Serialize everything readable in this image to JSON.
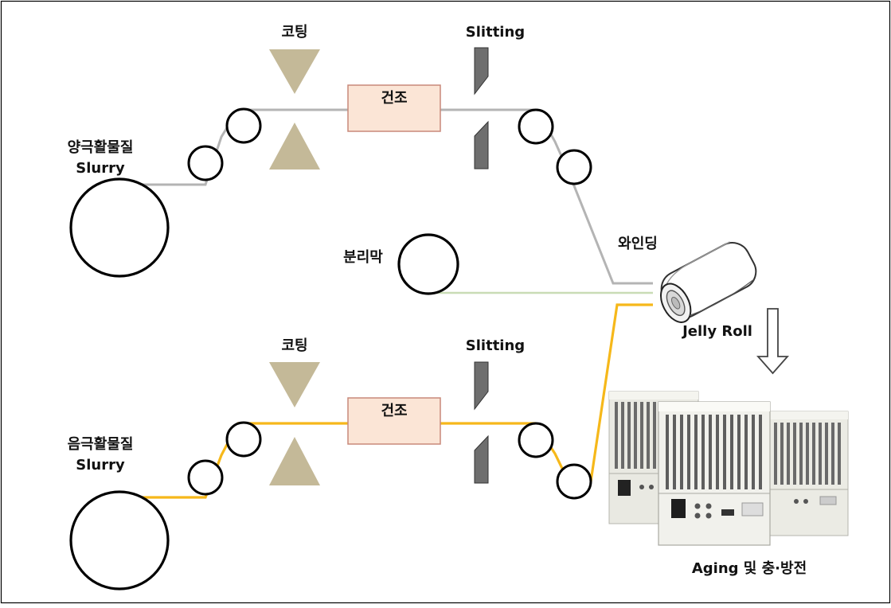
{
  "diagram": {
    "cathode": {
      "slurry_label_line1": "양극활물질",
      "slurry_label_line2": "Slurry",
      "coating_label": "코팅",
      "drying_label": "건조",
      "slitting_label": "Slitting"
    },
    "separator_label": "분리막",
    "winding_label": "와인딩",
    "anode": {
      "slurry_label_line1": "음극활물질",
      "slurry_label_line2": "Slurry",
      "coating_label": "코팅",
      "drying_label": "건조",
      "slitting_label": "Slitting"
    },
    "jelly_roll_label": "Jelly Roll",
    "aging_label": "Aging 및 충·방전"
  },
  "colors": {
    "cathode_line": "#b4b4b4",
    "separator_line": "#c9dcb5",
    "anode_line": "#f6b81a",
    "coater": "#c4b998",
    "dryer_fill": "#fbe5d6",
    "dryer_stroke": "#c8897a",
    "slitter": "#6e6e6e",
    "border": "#000000"
  },
  "icons": [
    "jelly-roll-icon",
    "down-arrow-icon",
    "charge-discharge-equipment-image"
  ]
}
